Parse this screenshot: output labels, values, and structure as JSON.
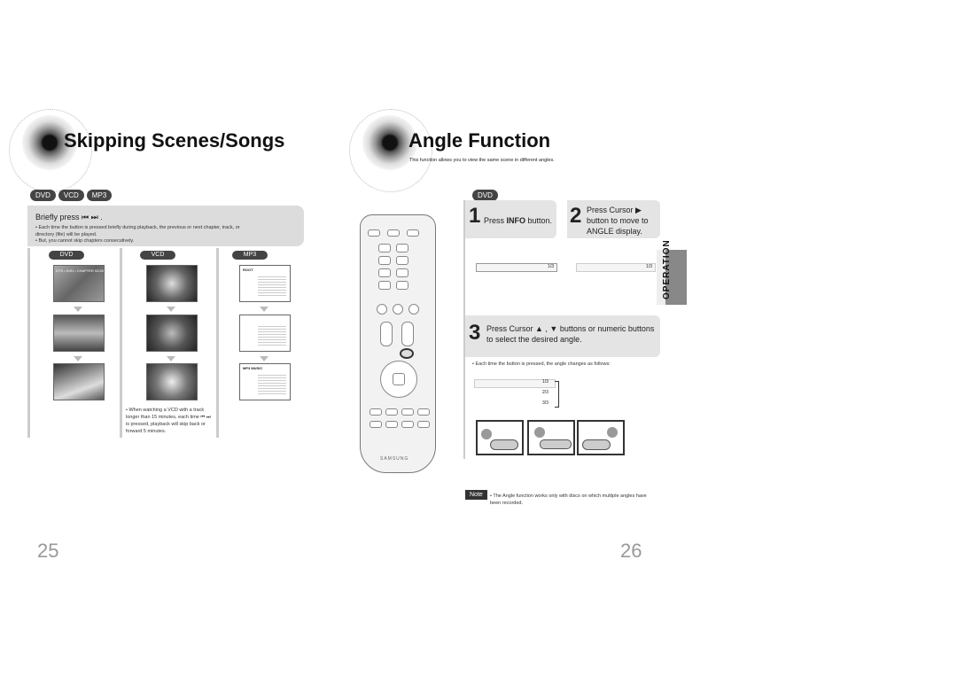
{
  "left": {
    "title": "Skipping Scenes/Songs",
    "tags": [
      "DVD",
      "VCD",
      "MP3"
    ],
    "instruction": "Briefly press ⏮ ⏭ .",
    "bullets": [
      "Each time the button is pressed briefly during playback, the previous or next chapter, track, or directory (file) will be played.",
      "But, you cannot skip chapters consecutively."
    ],
    "columns": [
      "DVD",
      "VCD",
      "MP3"
    ],
    "dvd_screen_text": "DTS • DVD • CHAPTER 02/40",
    "mp3_screen_labels": [
      "ROOT",
      "MP3 MUSIC"
    ],
    "vcd_note": "When watching a VCD with a track longer than 15 minutes, each time ⏮ ⏭ is pressed, playback will skip back or forward 5 minutes.",
    "page_number": "25"
  },
  "right": {
    "title": "Angle Function",
    "subtitle": "This function allows you to view the same scene in different angles.",
    "tag": "DVD",
    "remote_brand": "SAMSUNG",
    "step1": {
      "num": "1",
      "text_pre": "Press ",
      "text_bold": "INFO",
      "text_post": " button."
    },
    "step2": {
      "num": "2",
      "line1": "Press Cursor ▶",
      "line2": "button to move to",
      "line3": "ANGLE display."
    },
    "step3": {
      "num": "3",
      "line1": "Press Cursor ▲ , ▼ buttons or numeric buttons",
      "line2": "to select the desired angle."
    },
    "osd_angle": "1/3",
    "angle_values": [
      "1/3",
      "2/3",
      "3/3"
    ],
    "each_time": "Each time the button is pressed, the angle changes as follows:",
    "side_tab": "OPERATION",
    "note_label": "Note",
    "note_text": "The Angle function works only with discs on which multiple angles have been recorded.",
    "page_number": "26"
  }
}
